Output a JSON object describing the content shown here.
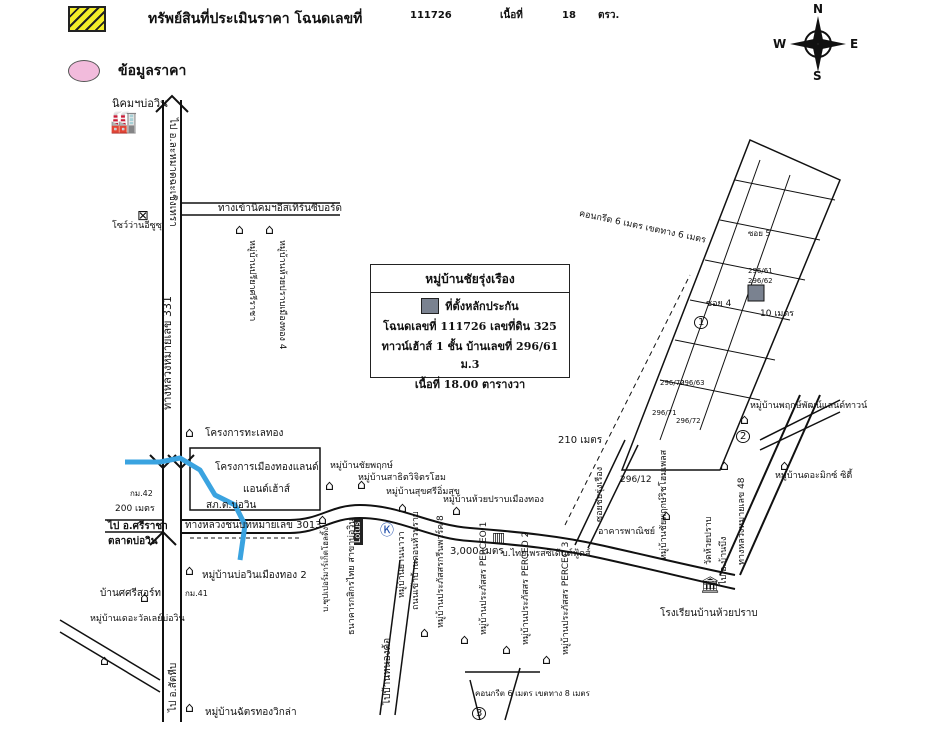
{
  "legend": {
    "property_label": "ทรัพย์สินที่ประเมินราคา โฉนดเลขที่",
    "deed_number": "111726",
    "area_label": "เนื้อที่",
    "area_value": "18",
    "area_unit": "ตรว.",
    "price_info_label": "ข้อมูลราคา",
    "hatch_color": "#f4ee2a",
    "pink_color": "#f2bbdc"
  },
  "compass": {
    "n": "N",
    "s": "S",
    "e": "E",
    "w": "W"
  },
  "infobox": {
    "title": "หมู่บ้านชัยรุ่งเรือง",
    "location_label": "ที่ตั้งหลักประกัน",
    "deed_line": "โฉนดเลขที่ 111726 เลขที่ดิน 325",
    "house_line": "ทาวน์เฮ้าส์ 1 ชั้น บ้านเลขที่ 296/61 ม.3",
    "area_line": "เนื้อที่ 18.00 ตารางวา"
  },
  "labels": {
    "nikom_bowin": "นิคมฯบ่อวิน",
    "to_lamchabang": "ไป อ.ละหมาดฉะเชิงเทรา",
    "highway_331": "ทางหลวงหมายเลข 331",
    "shrine": "โซว์ว่านอีซูซุ",
    "entrance_road": "ทางเข้านิคมฯอีสเทิร์นซีบอร์ด",
    "village_tree": "หมู่บ้านปรียาศรีราชา",
    "village_pruksa4": "หมู่บ้านห้วยปราบเมืองทอง 4",
    "thalay_project": "โครงการทะเลทอง",
    "mueang_thong_land": "โครงการเมืองทองแลนด์",
    "and_house": "แอนด์เฮ้าส์",
    "police": "สภ.ต.บ่อวิน",
    "km42": "กม.42",
    "dist200": "200 เมตร",
    "to_sriracha": "ไป อ.ศรีราชา",
    "bowin_market": "ตลาดบ่อวิน",
    "highway_3013": "ทางหลวงชนบทหมายเลข 3013",
    "bowin_mueang2": "หมู่บ้านบ่อวินเมืองทอง 2",
    "km41": "กม.41",
    "sri_ari": "บ้านศศรีสอร์ท",
    "the_city_bowin": "หมู่บ้านเดอะวัลเลย์บ่อวิน",
    "to_sattahip": "ไป อ.สัตหีบ",
    "chat_thong": "หมู่บ้านฉัตรทองวิกล่า",
    "chaiphruek": "หมู่บ้านชัยพฤกษ์",
    "sathit": "หมู่บ้านสาธิตวิจิตรโฮม",
    "suksri": "หมู่บ้านสุขศรีอิ่มสุข",
    "huai_prap_mueang_thong": "หมู่บ้านห้วยปราบเมืองทอง",
    "lotus": "Lotus",
    "supermarket": "บ.ซุปเปอร์มาร์เก็ตโฮลดิ้ง",
    "bank": "ธนาคารกสิกรไทย สาขาบ่อวิน",
    "yannawat": "หมู่บ้านยานนาวา",
    "huai_prap_road": "ถนนเข้าบ้านดอนหัวปราบ",
    "grin_park8": "หมู่บ้านประภัสสรกรีนพาร์ค 8",
    "perceo1": "หมู่บ้านประภัสสร PERCEO 1",
    "perceo2": "หมู่บ้านประภัสสร PERCEO 2",
    "perceo3": "หมู่บ้านประภัสสร PERCEO 3",
    "to_nong_kho": "ไปบ้านหนองค้อ",
    "dist3000": "3,000 เมตร",
    "thai_president": "บ.ไทยเพรสซิเด้นท์ฟู้ดส์",
    "dist210": "210 เมตร",
    "addr_296_12": "296/12",
    "soi_chaiyarung": "ซอยชัยรุ่งเรือง",
    "commercial": "อาคารพาณิชย์",
    "chaiyapruek_home": "หมู่บ้านชัยพฤกษ์ริชโฮมเพลส",
    "wat_huai_prap": "วัดห้วยปราบ",
    "to_ban_bueng": "ไป อ.บ้านบึง",
    "highway_48": "ทางหลวงหมายเลข 48",
    "school": "โรงเรียนบ้านห้วยปราบ",
    "the_mix": "หมู่บ้านดอะมิกซ์ ซิตี้",
    "pruksa_town": "หมู่บ้านพฤกษ์พัฒน์แลนด์ทาวน์",
    "concrete_road": "คอนกรีต 6 เมตร เขตทาง 6 เมตร",
    "concrete_road2": "คอนกรีต 6 เมตร เขตทาง 8 เมตร",
    "soi5": "ซอย 5",
    "soi4": "ซอย 4",
    "dist10": "10 เมตร",
    "n296_61": "296/61",
    "n296_62": "296/62",
    "n296_63": "296/63",
    "n296_70": "296/70",
    "n296_71": "296/71",
    "n296_72": "296/72",
    "circle1": "1",
    "circle2": "2",
    "circle3": "3"
  }
}
